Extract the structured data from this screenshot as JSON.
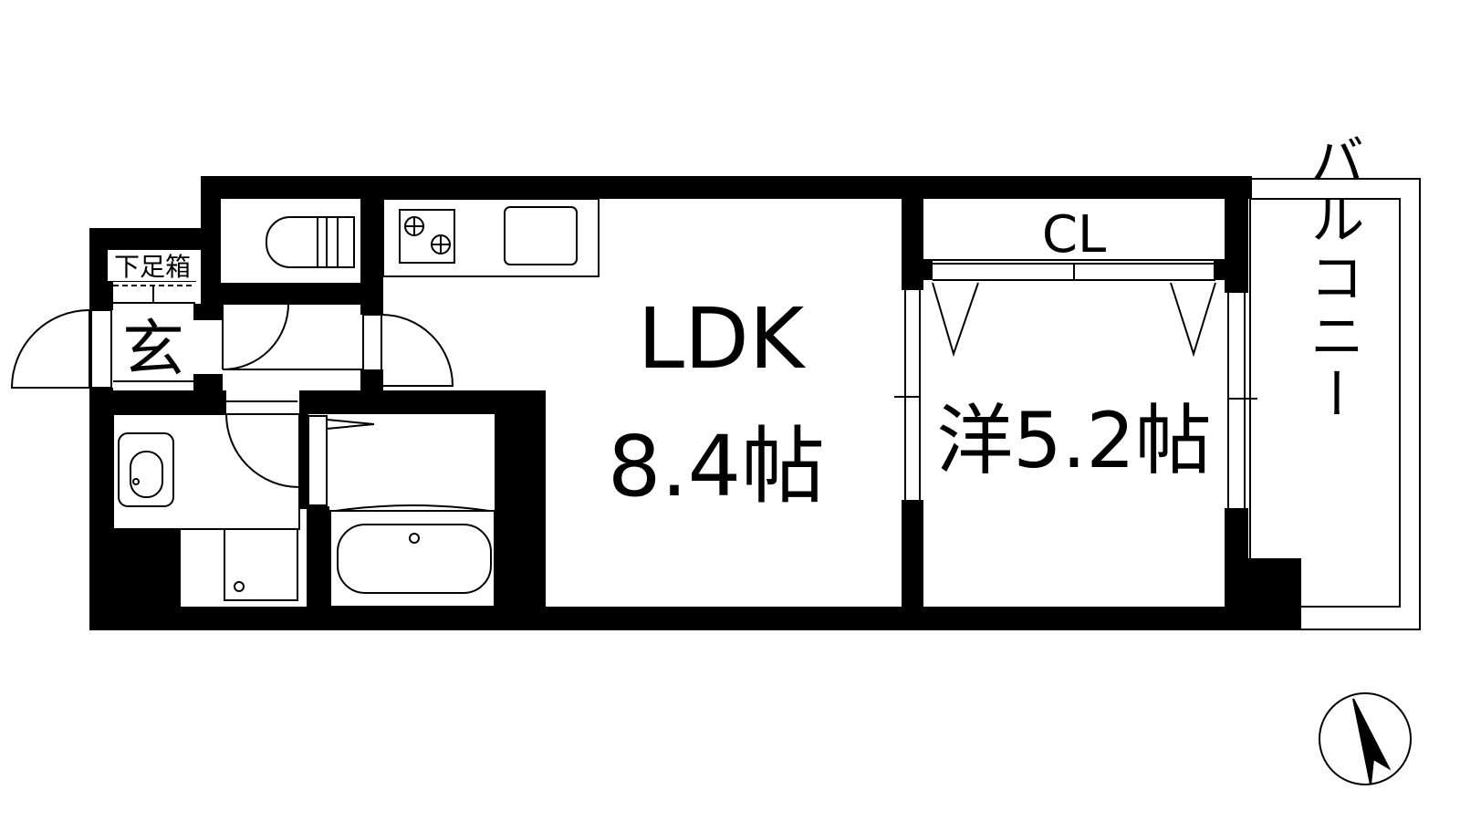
{
  "floorplan": {
    "rooms": {
      "ldk_name": "LDK",
      "ldk_size": "8.4帖",
      "western_room": "洋5.2帖",
      "closet": "CL",
      "balcony": "バルコニー",
      "entrance": "玄",
      "shoe_box": "下足箱"
    },
    "compass": {
      "direction": "north",
      "icon": "north-arrow-icon"
    },
    "colors": {
      "wall": "#000000",
      "background": "#ffffff",
      "line": "#000000"
    }
  }
}
